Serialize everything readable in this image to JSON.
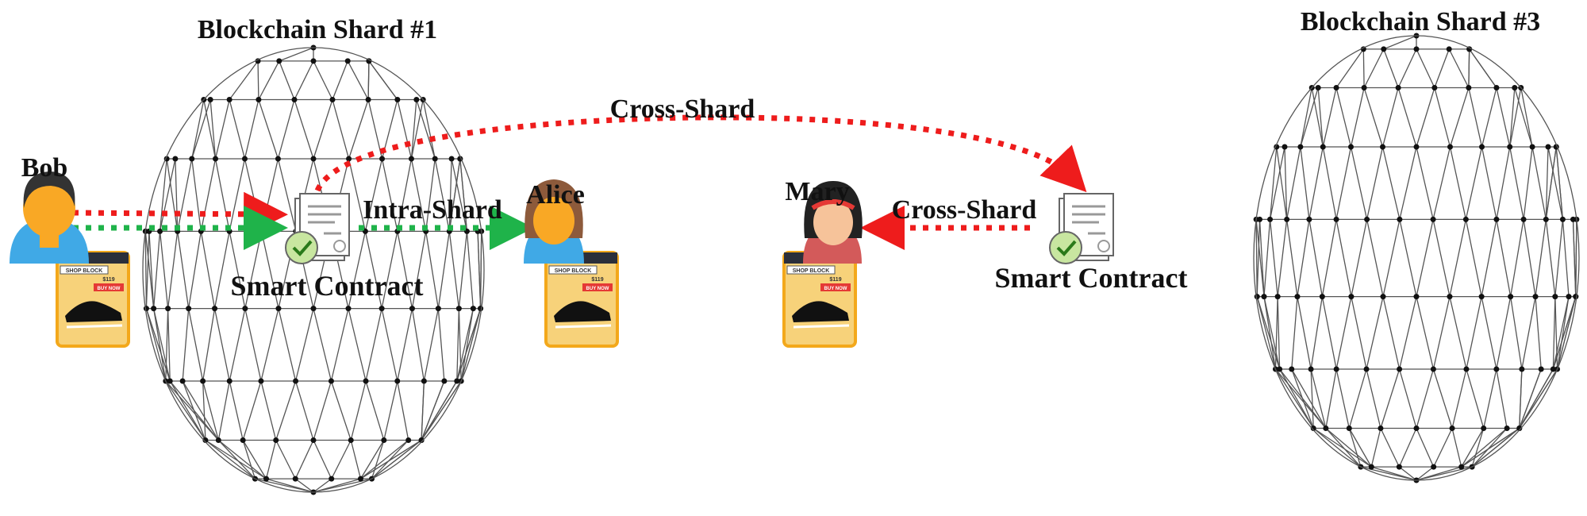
{
  "shards": [
    {
      "title": "Blockchain Shard #1",
      "contract_label": "Smart Contract"
    },
    {
      "title": "Blockchain Shard #3",
      "contract_label": "Smart Contract"
    }
  ],
  "users": [
    {
      "name": "Bob",
      "role": "sender"
    },
    {
      "name": "Alice",
      "role": "receiver-intra"
    },
    {
      "name": "Mary",
      "role": "receiver-cross"
    }
  ],
  "edge_labels": {
    "intra": "Intra-Shard",
    "cross_arc": "Cross-Shard",
    "cross_local": "Cross-Shard"
  },
  "phone_screen": {
    "shop": "SHOP BLOCK",
    "price": "$119",
    "button": "BUY NOW"
  },
  "colors": {
    "red": "#ee1c1c",
    "green": "#1fb34a",
    "skin": "#f9a825",
    "shirt": "#40a9e6",
    "phone": "#f7d27a"
  }
}
